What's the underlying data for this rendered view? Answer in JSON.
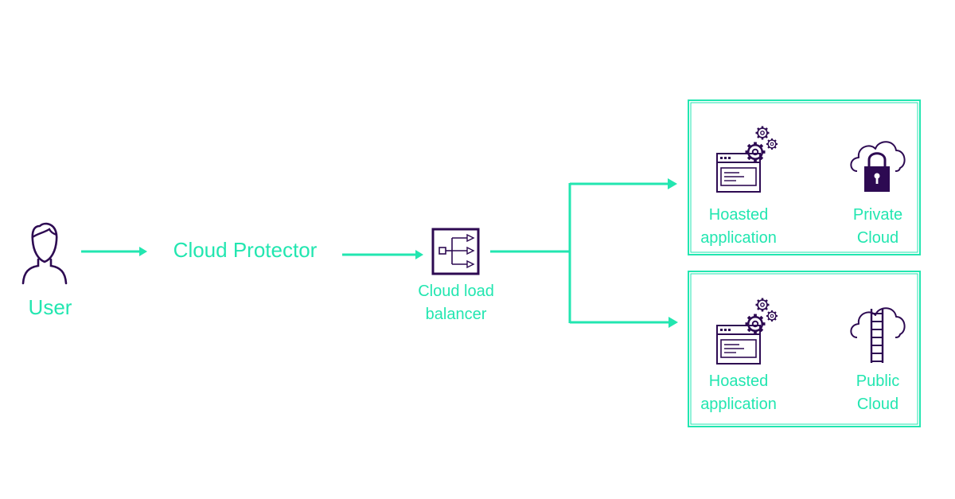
{
  "colors": {
    "accent": "#22e6b0",
    "icon": "#2d0a52"
  },
  "user": {
    "label": "User",
    "icon": "person-icon"
  },
  "protector": {
    "label": "Cloud Protector"
  },
  "load_balancer": {
    "label_line1": "Cloud load",
    "label_line2": "balancer",
    "icon": "load-balancer-icon"
  },
  "targets": [
    {
      "app_line1": "Hoasted",
      "app_line2": "application",
      "cloud_line1": "Private",
      "cloud_line2": "Cloud",
      "cloud_icon": "cloud-lock-icon"
    },
    {
      "app_line1": "Hoasted",
      "app_line2": "application",
      "cloud_line1": "Public",
      "cloud_line2": "Cloud",
      "cloud_icon": "cloud-ladder-icon"
    }
  ]
}
